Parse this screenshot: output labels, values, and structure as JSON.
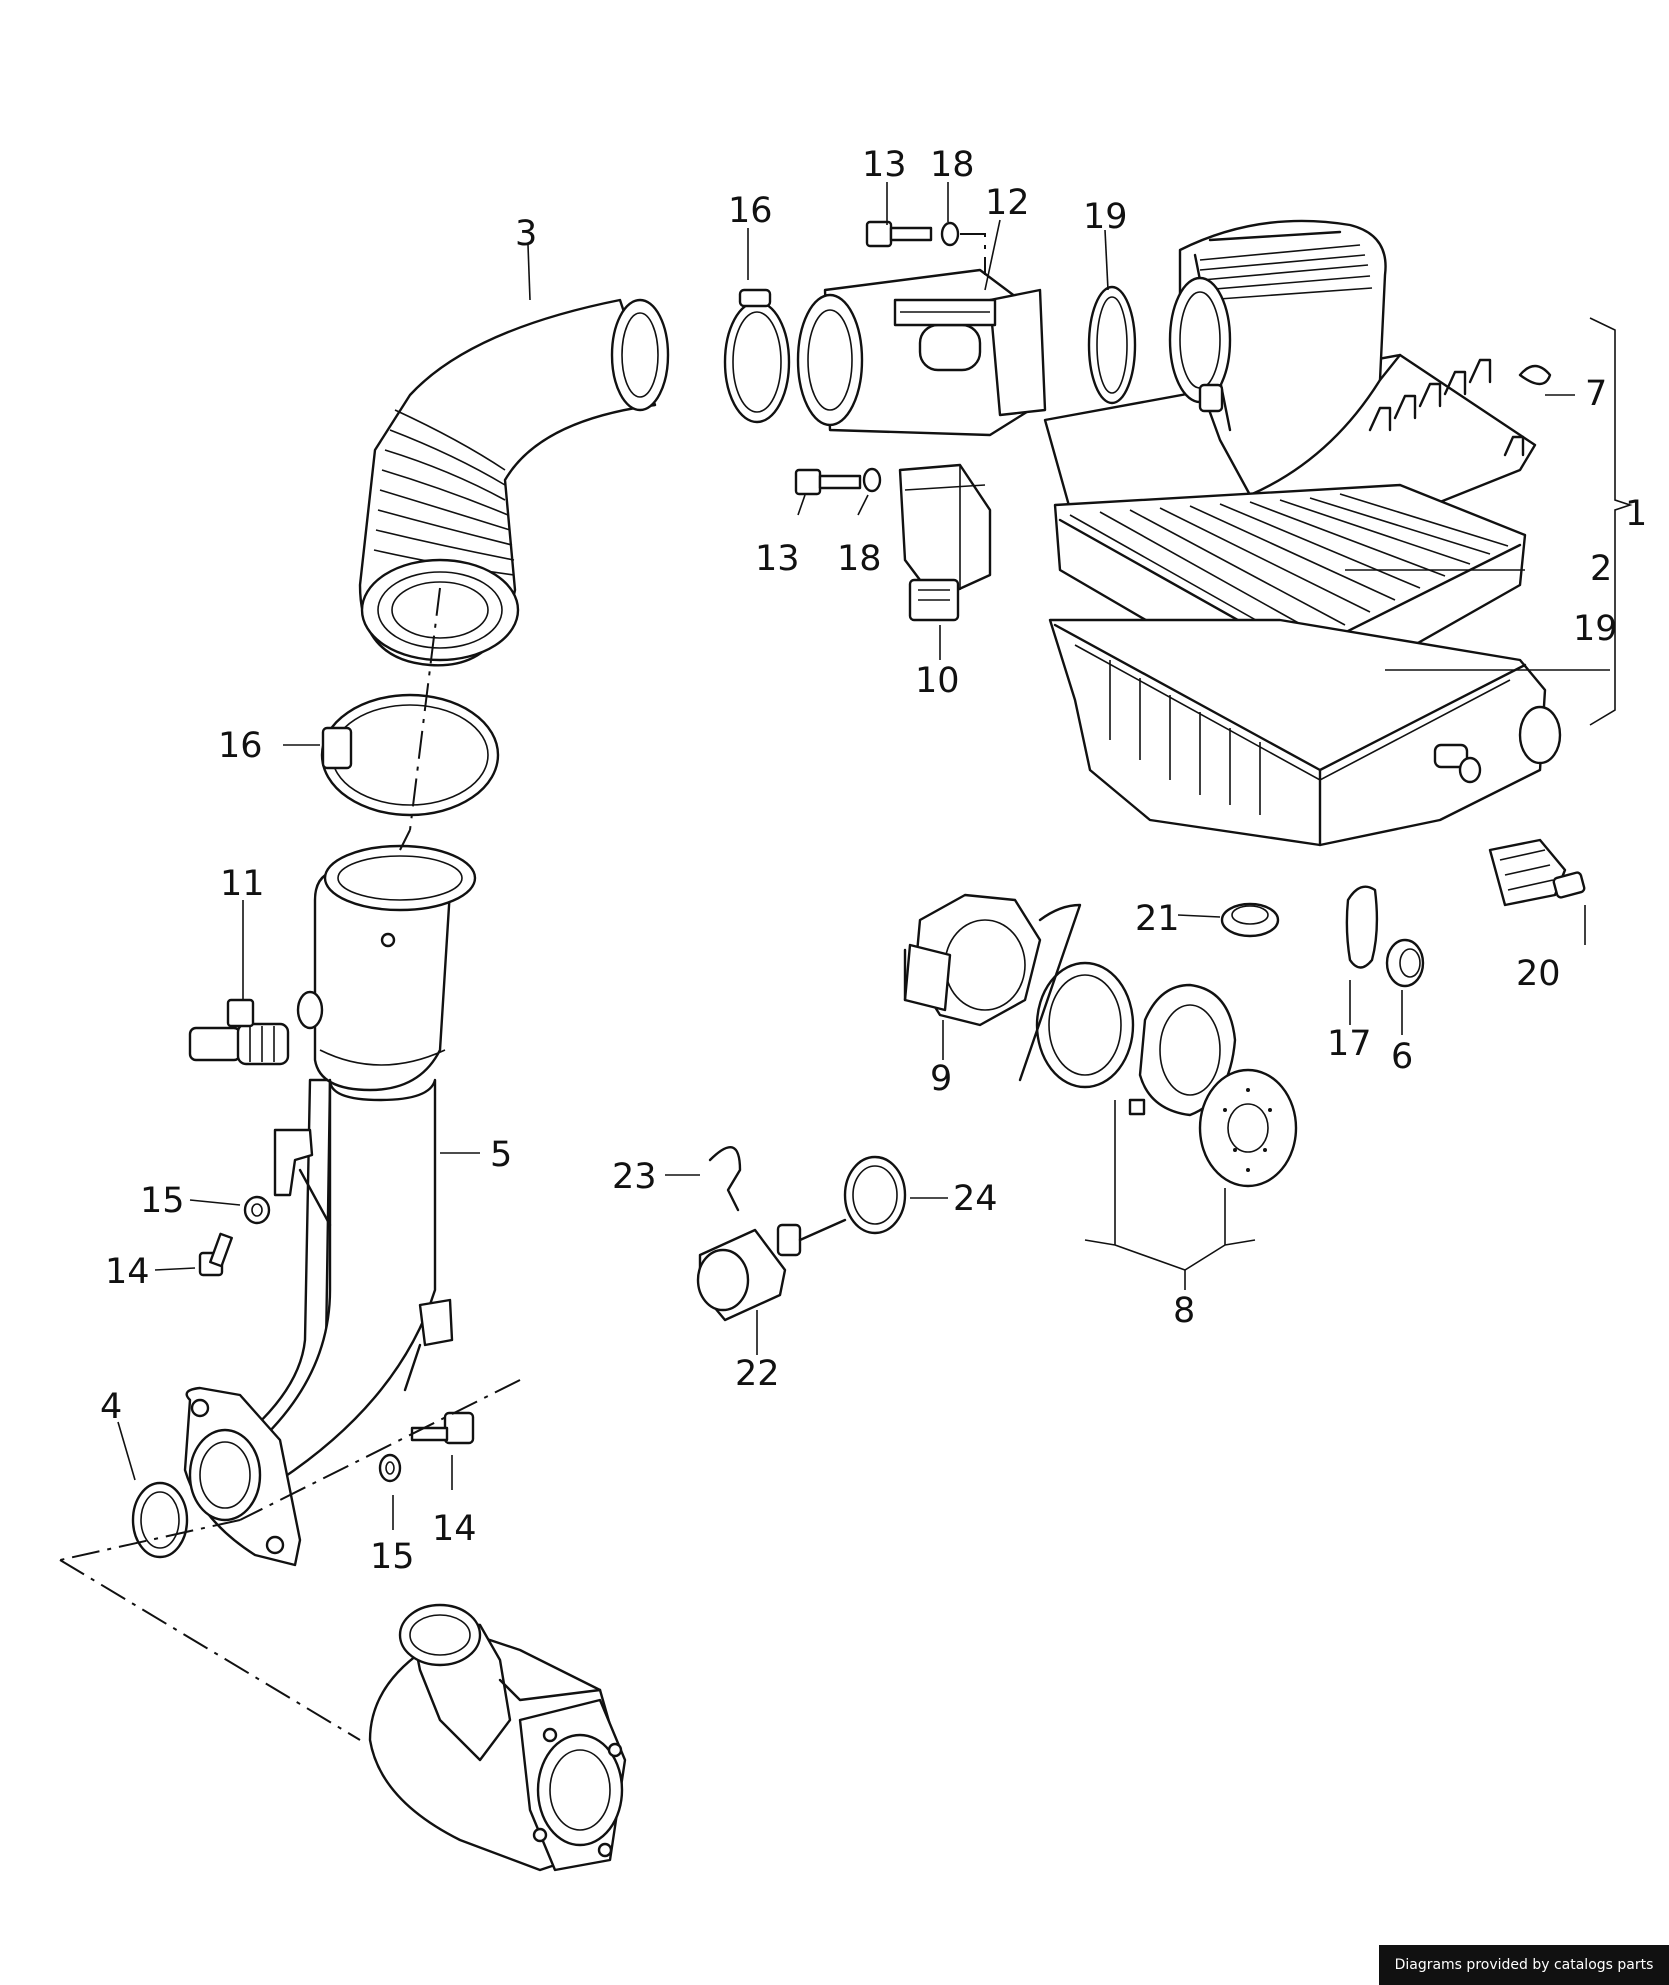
{
  "labels": {
    "l1": "1",
    "l2": "2",
    "l3": "3",
    "l4": "4",
    "l5": "5",
    "l6": "6",
    "l7": "7",
    "l8": "8",
    "l9": "9",
    "l10": "10",
    "l11": "11",
    "l12": "12",
    "l13a": "13",
    "l13b": "13",
    "l14a": "14",
    "l14b": "14",
    "l15a": "15",
    "l15b": "15",
    "l16a": "16",
    "l16b": "16",
    "l17": "17",
    "l18a": "18",
    "l18b": "18",
    "l19a": "19",
    "l19b": "19",
    "l20": "20",
    "l21": "21",
    "l22": "22",
    "l23": "23",
    "l24": "24"
  },
  "credit": "Diagrams provided by catalogs parts"
}
